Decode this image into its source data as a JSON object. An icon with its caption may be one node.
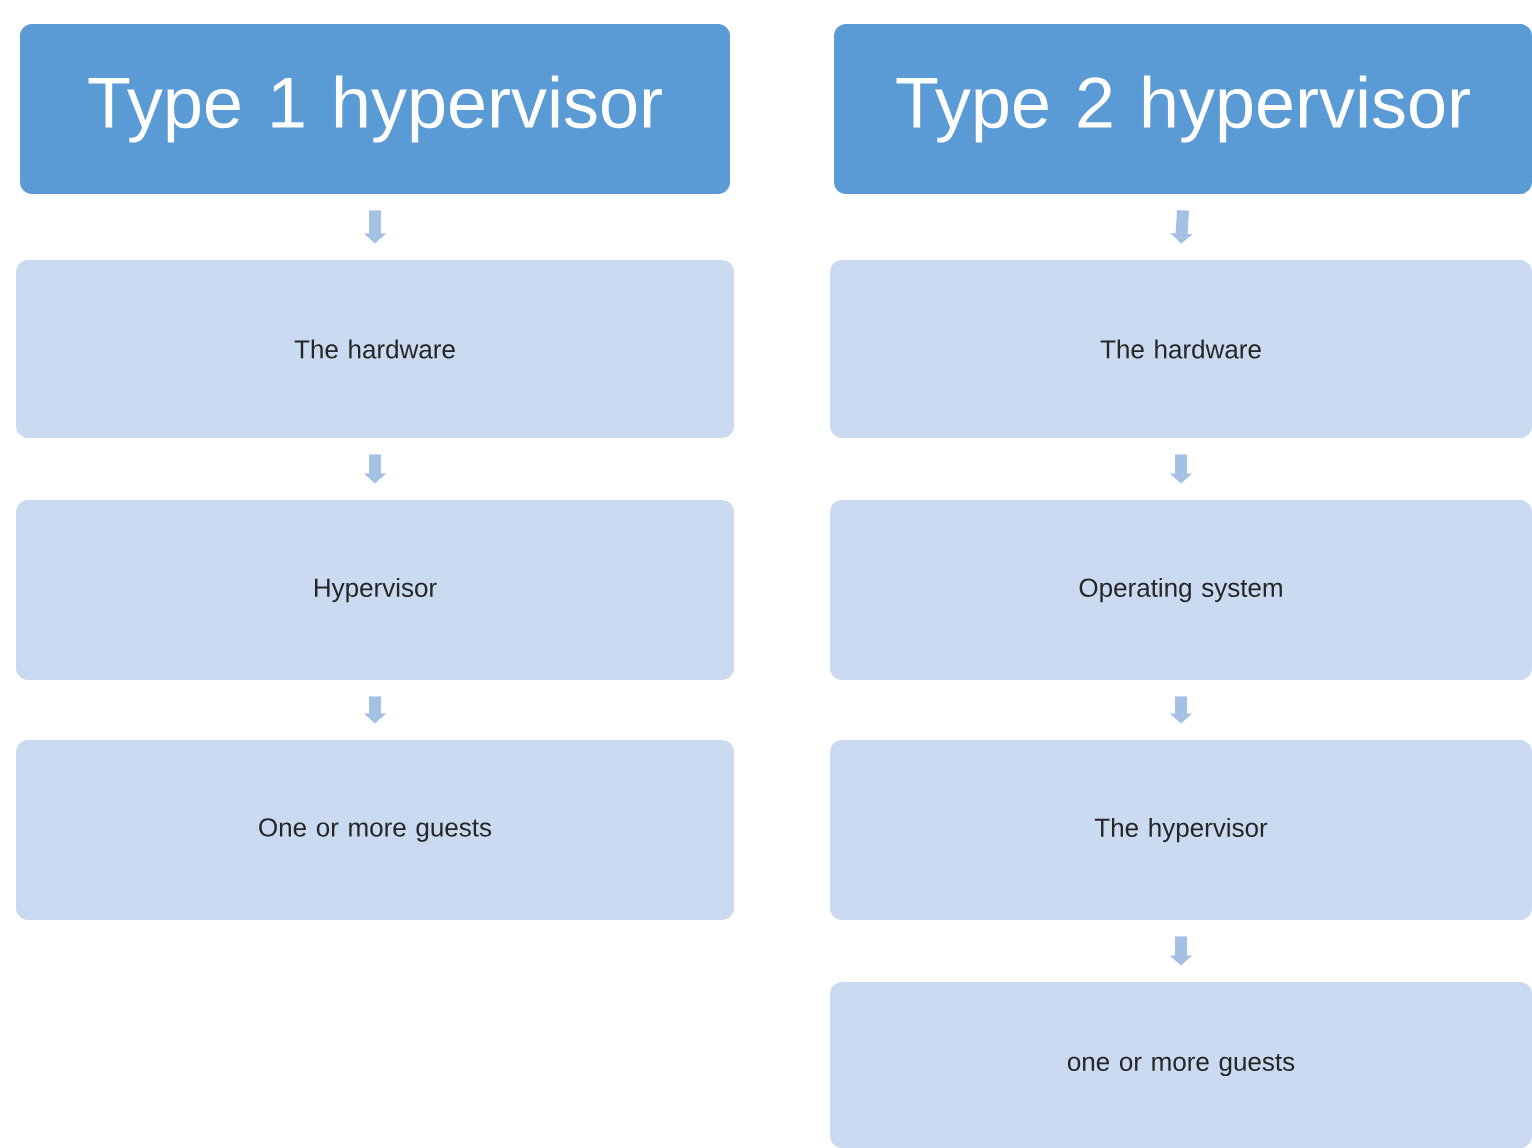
{
  "diagram": {
    "nodes": [
      {
        "text": [
          "Type 1 hypervisor"
        ]
      },
      {
        "text": [
          "The hardware"
        ]
      },
      {
        "text": [
          "Hypervisor"
        ]
      },
      {
        "text": [
          "One or more guests"
        ]
      },
      {
        "text": [
          "Type 2 hypervisor"
        ]
      },
      {
        "text": [
          "The hardware"
        ]
      },
      {
        "text": [
          "Operating system"
        ]
      },
      {
        "text": [
          "The hypervisor"
        ]
      },
      {
        "text": [
          "one or more guests"
        ]
      }
    ],
    "edges": [
      {
        "from": 0,
        "to": 1,
        "arrow": "to"
      },
      {
        "from": 1,
        "to": 2,
        "arrow": "to"
      },
      {
        "from": 2,
        "to": 3,
        "arrow": "to"
      },
      {
        "from": 4,
        "to": 5,
        "arrow": "to"
      },
      {
        "from": 5,
        "to": 6,
        "arrow": "to"
      },
      {
        "from": 6,
        "to": 7,
        "arrow": "to"
      },
      {
        "from": 7,
        "to": 8,
        "arrow": "to"
      }
    ]
  }
}
